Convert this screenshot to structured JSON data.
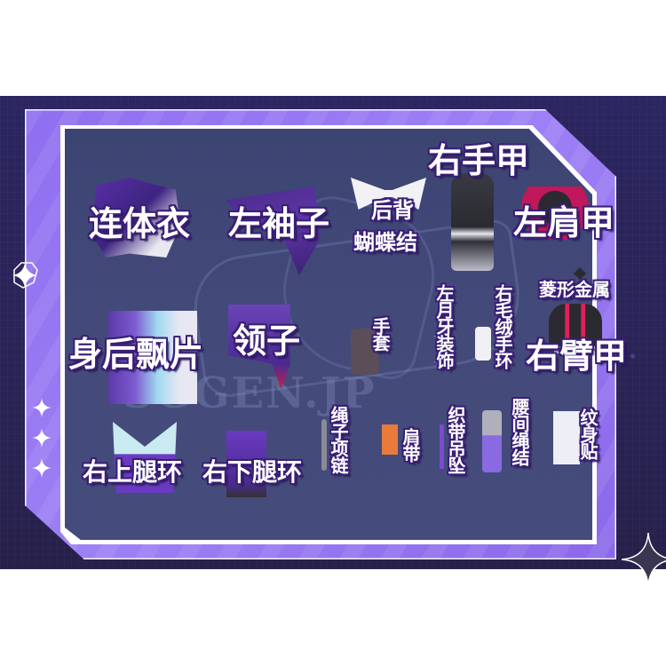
{
  "image": {
    "background_color": "#2a2456",
    "frame_color": "#9277f0",
    "panel_color": "#424a7a",
    "label_text_color": "#ffffff",
    "label_outline_color": "#3a1f78",
    "watermark": "SGGEN.JP"
  },
  "labels": {
    "jumpsuit": "连体衣",
    "left_sleeve": "左袖子",
    "back_bow": "后背蝴蝶结",
    "back_bow_line1": "后背",
    "back_bow_line2": "蝴蝶结",
    "right_gauntlet": "右手甲",
    "left_shoulder_armor": "左肩甲",
    "back_streamers": "身后飘片",
    "collar": "领子",
    "glove": "手套",
    "left_crescent_ornament": "左月牙装饰",
    "right_fur_wristband": "右毛绒手环",
    "diamond_metal": "菱形金属",
    "right_arm_armor": "右臂甲",
    "right_upper_leg_ring": "右上腿环",
    "right_lower_leg_ring": "右下腿环",
    "rope_necklace": "绳子项链",
    "shoulder_strap": "肩带",
    "woven_strap_pendant": "织带吊坠",
    "waist_rope_knot": "腰间绳结",
    "tattoo_sticker": "纹身贴"
  },
  "icons": [
    "sparkle-large-icon",
    "sparkle-small-icon",
    "sparkle-corner-icon"
  ]
}
